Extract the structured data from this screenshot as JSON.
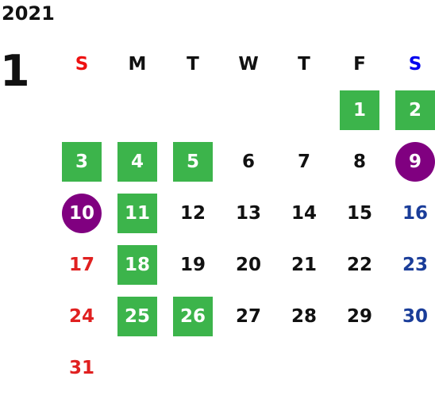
{
  "year": "2021",
  "month": "1",
  "weekdays": [
    "S",
    "M",
    "T",
    "W",
    "T",
    "F",
    "S"
  ],
  "weeks": [
    [
      "",
      "",
      "",
      "",
      "",
      "1",
      "2"
    ],
    [
      "3",
      "4",
      "5",
      "6",
      "7",
      "8",
      "9"
    ],
    [
      "10",
      "11",
      "12",
      "13",
      "14",
      "15",
      "16"
    ],
    [
      "17",
      "18",
      "19",
      "20",
      "21",
      "22",
      "23"
    ],
    [
      "24",
      "25",
      "26",
      "27",
      "28",
      "29",
      "30"
    ],
    [
      "31",
      "",
      "",
      "",
      "",
      "",
      ""
    ]
  ],
  "holidays": [
    "1",
    "2",
    "3",
    "4",
    "5",
    "11",
    "18",
    "25",
    "26"
  ],
  "special_days": [
    "9",
    "10"
  ],
  "colors": {
    "holiday_bg": "#3cb44b",
    "special_bg": "#800080",
    "sunday": "#e02020",
    "saturday": "#1a3d99"
  }
}
